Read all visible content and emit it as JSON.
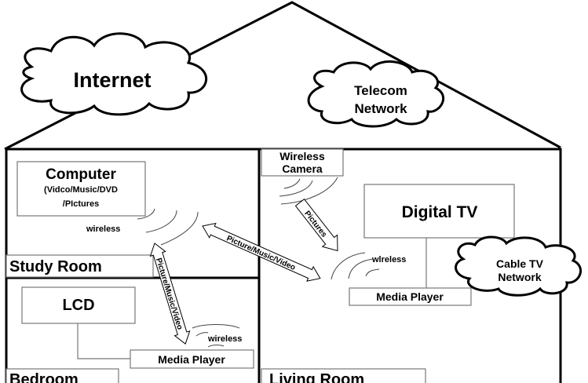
{
  "clouds": {
    "internet": "Internet",
    "telecom_line1": "Telecom",
    "telecom_line2": "Network",
    "cable_line1": "Cable TV",
    "cable_line2": "Network"
  },
  "study_room": {
    "label": "Study Room",
    "computer_title": "Computer",
    "computer_line2": "(Vidco/Music/DVD",
    "computer_line3": "/PIctures",
    "wireless": "wireless"
  },
  "bedroom": {
    "label": "Bedroom",
    "lcd": "LCD",
    "media_player": "Media Player",
    "wireless": "wireless"
  },
  "living_room": {
    "label": "Living Room",
    "camera_line1": "Wireless",
    "camera_line2": "Camera",
    "digital_tv": "Digital TV",
    "media_player": "Media Player",
    "wireless": "wlreless"
  },
  "arrows": {
    "study_to_living": "Picture/Music/Video",
    "study_to_bedroom": "Picture/Music/Video",
    "camera_to_player": "Pictures"
  }
}
